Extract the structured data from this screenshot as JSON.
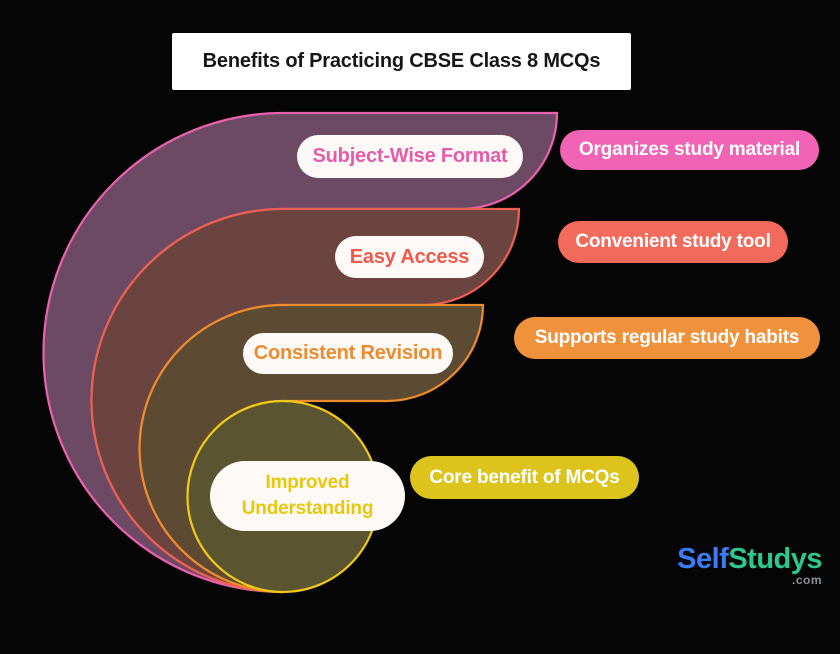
{
  "background": "#050505",
  "title": {
    "text": "Benefits of Practicing CBSE Class 8 MCQs",
    "bg": "#ffffff",
    "color": "#161616"
  },
  "left_pill_bg": "#fcf9f7",
  "rows": [
    {
      "left_label": "Subject-Wise Format",
      "right_label": "Organizes study material",
      "accent": "#eb61ae",
      "region_fill": "#6d4a63",
      "left_text_color": "#e65caa",
      "right_bg": "#f163b4",
      "right_text_color": "#ffffff"
    },
    {
      "left_label": "Easy Access",
      "right_label": "Convenient study tool",
      "accent": "#ef6052",
      "region_fill": "#6b4440",
      "left_text_color": "#ee5a4b",
      "right_bg": "#f26a5c",
      "right_text_color": "#ffffff"
    },
    {
      "left_label": "Consistent Revision",
      "right_label": "Supports regular study habits",
      "accent": "#ee8d2d",
      "region_fill": "#5d4a33",
      "left_text_color": "#ee8b2f",
      "right_bg": "#f0923c",
      "right_text_color": "#ffffff"
    },
    {
      "left_label": "Improved Understanding",
      "right_label": "Core benefit of MCQs",
      "accent": "#f1ca18",
      "region_fill": "#5b5430",
      "left_text_color": "#e8c80e",
      "right_bg": "#dcc41d",
      "right_text_color": "#ffffff"
    }
  ],
  "logo": {
    "part1": "Self",
    "part2": "Studys",
    "suffix": ".com",
    "part1_color": "#3b7cf6",
    "part2_color": "#2dc98c",
    "suffix_color": "#8d9296"
  }
}
